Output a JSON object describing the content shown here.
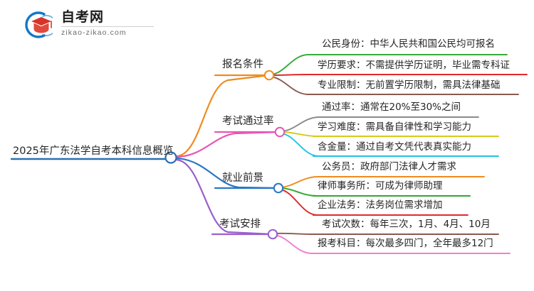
{
  "logo": {
    "name": "自考网",
    "url": "zikao-zikao.com",
    "mark_colors": {
      "arc": "#1477c6",
      "cap": "#d93226"
    }
  },
  "mindmap": {
    "root": {
      "label": "2025年广东法学自考本科信息概览",
      "color": "#2b6fb5"
    },
    "branches": [
      {
        "label": "报名条件",
        "color": "#ef8b1f",
        "children": [
          {
            "label": "公民身份：中华人民共和国公民均可报名",
            "color": "#3aa93a"
          },
          {
            "label": "学历要求：不需提供学历证明，毕业需专科证",
            "color": "#e02a2a"
          },
          {
            "label": "专业限制：无前置学历限制，需具法律基础",
            "color": "#8a5a4e"
          }
        ]
      },
      {
        "label": "考试通过率",
        "color": "#e758b4",
        "children": [
          {
            "label": "通过率：通常在20%至30%之间",
            "color": "#8a8a8a"
          },
          {
            "label": "学习难度：需具备自律性和学习能力",
            "color": "#d3cc18"
          },
          {
            "label": "含金量：通过自考文凭代表真实能力",
            "color": "#23c3e8"
          }
        ]
      },
      {
        "label": "就业前景",
        "color": "#2b77c4",
        "children": [
          {
            "label": "公务员：政府部门法律人才需求",
            "color": "#ef8b1f"
          },
          {
            "label": "律师事务所：可成为律师助理",
            "color": "#2fa82f"
          },
          {
            "label": "企业法务：法务岗位需求增加",
            "color": "#e02a2a"
          }
        ]
      },
      {
        "label": "考试安排",
        "color": "#9a5fcc",
        "children": [
          {
            "label": "考试次数：每年三次，1月、4月、10月",
            "color": "#8a5a4e"
          },
          {
            "label": "报考科目：每次最多四门，全年最多12门",
            "color": "#f07fd0"
          }
        ]
      }
    ]
  }
}
